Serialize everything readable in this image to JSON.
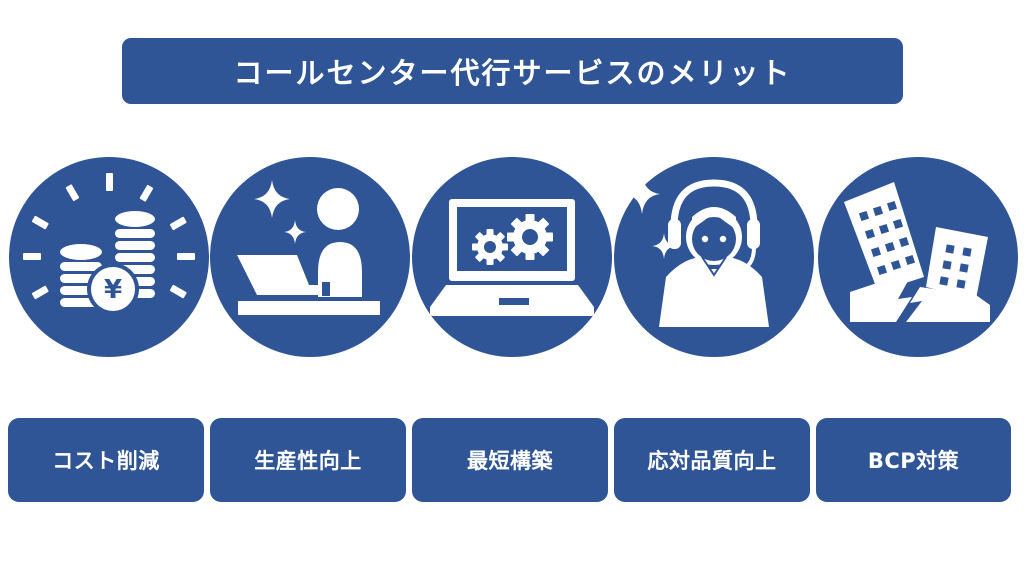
{
  "title": "コールセンター代行サービスのメリット",
  "colors": {
    "accent": "#2f5597",
    "icon_fill": "#ffffff",
    "background": "#ffffff"
  },
  "merits": [
    {
      "label": "コスト削減",
      "icon": "yen-coins-icon"
    },
    {
      "label": "生産性向上",
      "icon": "person-laptop-sparkle-icon"
    },
    {
      "label": "最短構築",
      "icon": "laptop-gears-icon"
    },
    {
      "label": "応対品質向上",
      "icon": "operator-headset-icon"
    },
    {
      "label": "BCP対策",
      "icon": "earthquake-buildings-icon"
    }
  ]
}
